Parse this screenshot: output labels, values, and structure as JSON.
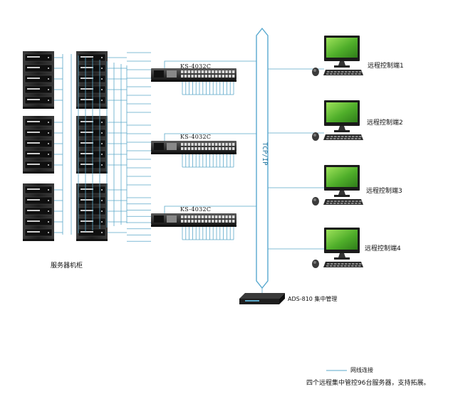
{
  "colors": {
    "link": "#5aa7c9",
    "backbone": "#58a9cf",
    "rack": "#2a2a2a",
    "monitor_screen": "#6cc23a"
  },
  "labels": {
    "cabinet": "服务器机柜",
    "kvm": [
      "KS-4032C",
      "KS-4032C",
      "KS-4032C"
    ],
    "backbone": "TCP/IP",
    "center": "ADS-810 集中管理",
    "clients": [
      "远程控制端1",
      "远程控制端2",
      "远程控制端3",
      "远程控制端4"
    ],
    "legend": "网线连接",
    "caption": "四个远程集中管控96台服务器，支持拓展。"
  }
}
